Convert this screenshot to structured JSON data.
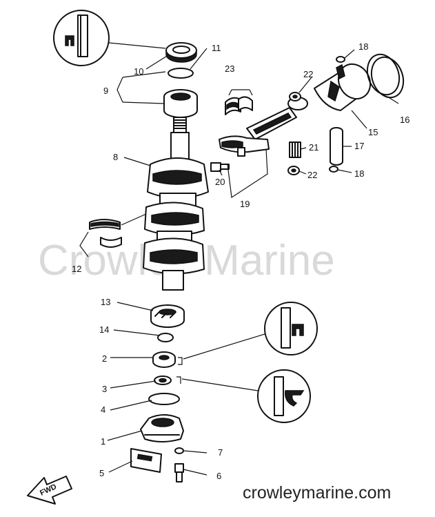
{
  "watermark": "Crowley Marine",
  "site": "crowleymarine.com",
  "fwd_label": "FWD",
  "callouts": {
    "c1": "1",
    "c2": "2",
    "c3": "3",
    "c4": "4",
    "c5": "5",
    "c6": "6",
    "c7": "7",
    "c8": "8",
    "c9": "9",
    "c10": "10",
    "c11": "11",
    "c12": "12",
    "c13": "13",
    "c14": "14",
    "c15": "15",
    "c16": "16",
    "c17": "17",
    "c18a": "18",
    "c18b": "18",
    "c19": "19",
    "c20": "20",
    "c21": "21",
    "c22a": "22",
    "c22b": "22",
    "c23": "23"
  }
}
